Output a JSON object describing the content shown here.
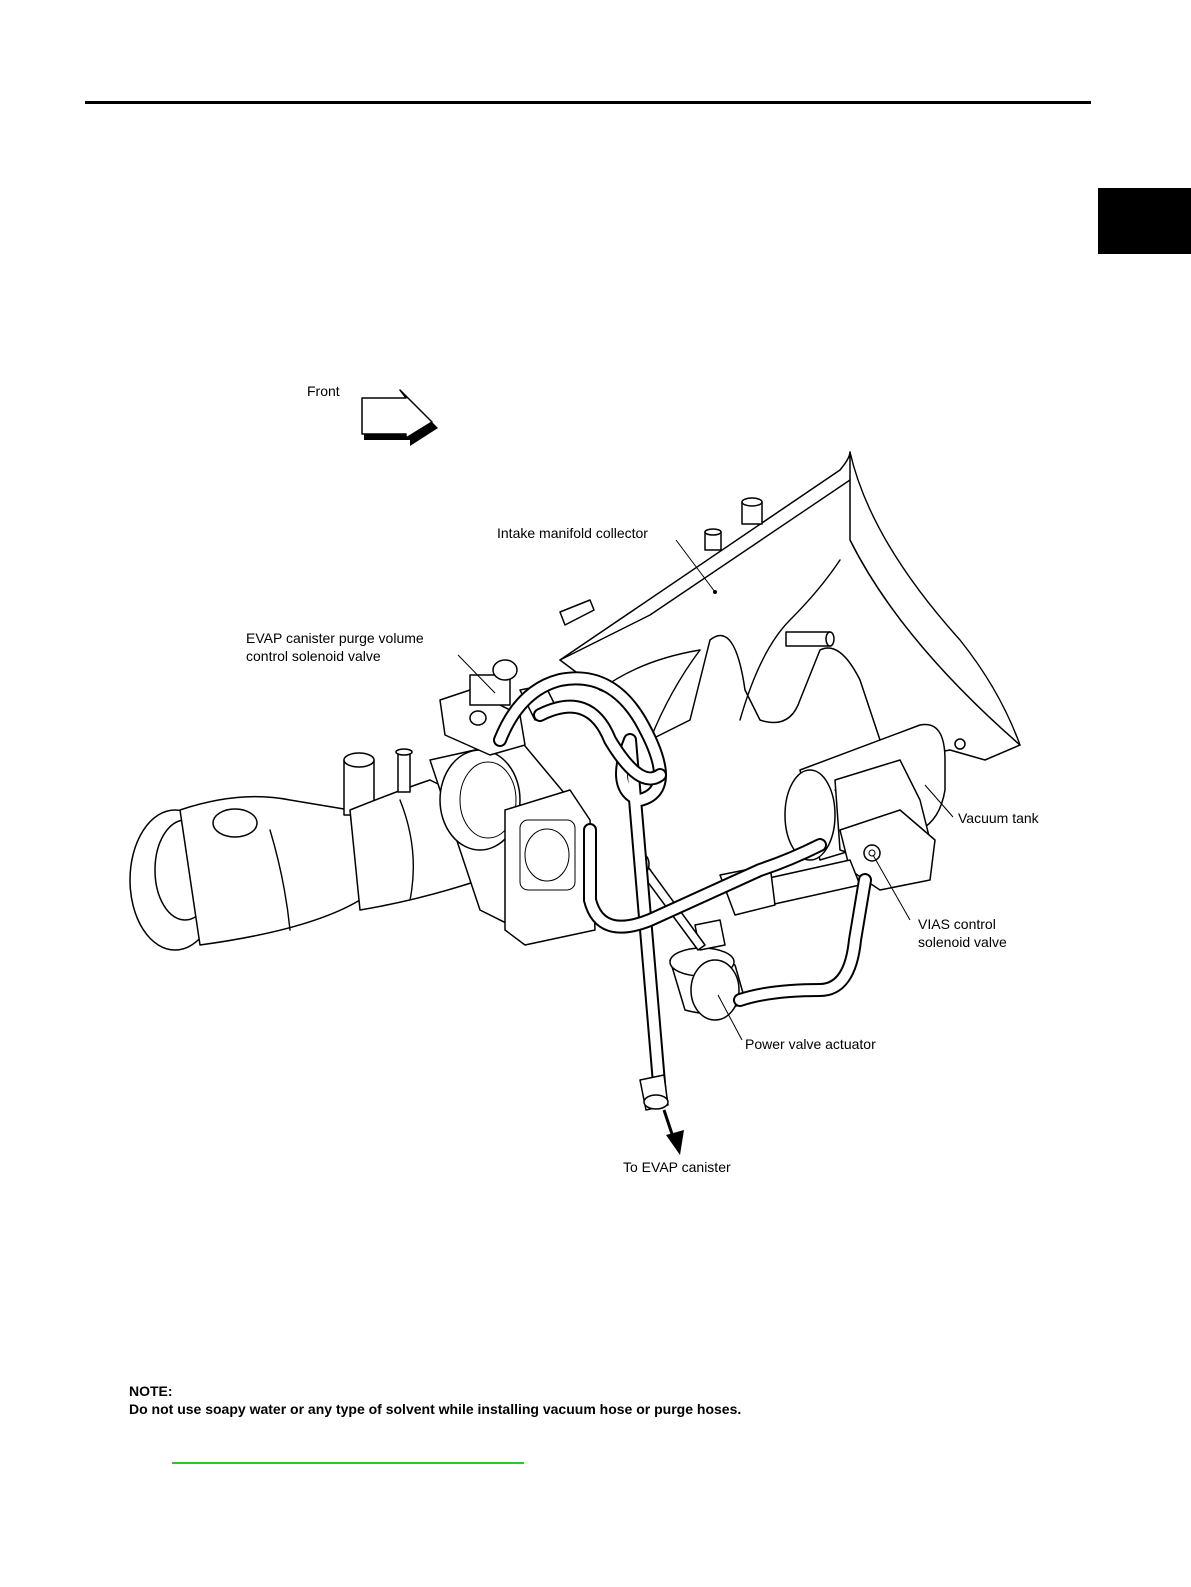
{
  "labels": {
    "front": "Front",
    "intake_manifold": "Intake manifold collector",
    "evap_valve_line1": "EVAP canister purge volume",
    "evap_valve_line2": "control solenoid valve",
    "vacuum_tank": "Vacuum tank",
    "vias_line1": "VIAS control",
    "vias_line2": "solenoid valve",
    "power_valve": "Power valve actuator",
    "to_evap": "To EVAP canister"
  },
  "note": {
    "heading": "NOTE:",
    "text": "Do not use soapy water or any type of solvent while installing vacuum hose or purge hoses."
  },
  "colors": {
    "link_underline": "#22cc22",
    "tab": "#000000"
  }
}
